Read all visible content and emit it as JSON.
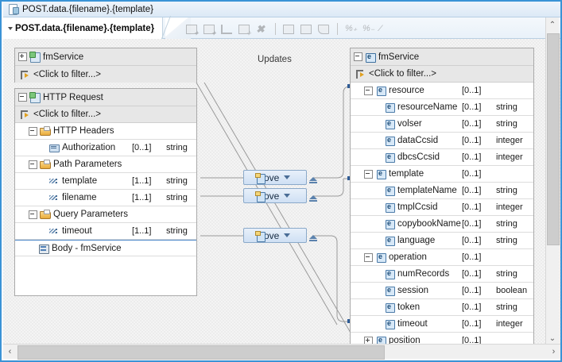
{
  "window": {
    "title": "POST.data.{filename}.{template}",
    "doc_icon": "document-icon"
  },
  "tab": {
    "label": "POST.data.{filename}.{template}",
    "dropdown_icon": "chevron-down-icon"
  },
  "toolbar": {
    "buttons": [
      {
        "name": "add-connection-icon",
        "label": ""
      },
      {
        "name": "add-submap-icon",
        "label": ""
      },
      {
        "name": "reorder-icon",
        "label": ""
      },
      {
        "name": "auto-map-icon",
        "label": ""
      },
      {
        "name": "delete-icon",
        "label": "✖"
      },
      {
        "name": "show-inputs-icon",
        "label": ""
      },
      {
        "name": "show-outputs-icon",
        "label": ""
      },
      {
        "name": "edit-card-icon",
        "label": ""
      },
      {
        "name": "zoom-in-icon",
        "label": ""
      },
      {
        "name": "zoom-out-icon",
        "label": ""
      },
      {
        "name": "zoom-fit-icon",
        "label": ""
      }
    ]
  },
  "canvas": {
    "updates_label": "Updates",
    "accent_color": "#2f5c96",
    "card_fill": "#cfe0f4"
  },
  "source": {
    "top_panel": {
      "root": {
        "label": "fmService",
        "icon": "message-icon",
        "expander": "plus"
      },
      "filter": {
        "label": "<Click to filter...>",
        "icon": "filter-icon"
      }
    },
    "main_panel": {
      "root": {
        "label": "HTTP Request",
        "icon": "message-icon",
        "expander": "minus"
      },
      "filter": {
        "label": "<Click to filter...>",
        "icon": "filter-icon"
      },
      "rows": [
        {
          "label": "HTTP Headers",
          "occurrence": "",
          "type": "",
          "icon": "folder-icon",
          "indent": 1,
          "expander": "minus"
        },
        {
          "label": "Authorization",
          "occurrence": "[0..1]",
          "type": "string",
          "icon": "attribute-icon",
          "indent": 2,
          "expander": ""
        },
        {
          "label": "Path Parameters",
          "occurrence": "",
          "type": "",
          "icon": "folder-icon",
          "indent": 1,
          "expander": "minus"
        },
        {
          "label": "template",
          "occurrence": "[1..1]",
          "type": "string",
          "icon": "parameter-icon",
          "indent": 2,
          "expander": ""
        },
        {
          "label": "filename",
          "occurrence": "[1..1]",
          "type": "string",
          "icon": "parameter-icon",
          "indent": 2,
          "expander": ""
        },
        {
          "label": "Query Parameters",
          "occurrence": "",
          "type": "",
          "icon": "folder-icon",
          "indent": 1,
          "expander": "minus"
        },
        {
          "label": "timeout",
          "occurrence": "[1..1]",
          "type": "string",
          "icon": "parameter-icon",
          "indent": 2,
          "expander": ""
        },
        {
          "label": "Body - fmService",
          "occurrence": "",
          "type": "",
          "icon": "body-icon",
          "indent": 1,
          "expander": ""
        }
      ]
    }
  },
  "target": {
    "root": {
      "label": "fmService",
      "icon": "message-ref-icon",
      "expander": "minus"
    },
    "filter": {
      "label": "<Click to filter...>",
      "icon": "filter-icon"
    },
    "rows": [
      {
        "label": "resource",
        "occurrence": "[0..1]",
        "type": "",
        "icon": "element-icon",
        "indent": 1,
        "expander": "minus"
      },
      {
        "label": "resourceName",
        "occurrence": "[0..1]",
        "type": "string",
        "icon": "element-icon",
        "indent": 2,
        "expander": ""
      },
      {
        "label": "volser",
        "occurrence": "[0..1]",
        "type": "string",
        "icon": "element-icon",
        "indent": 2,
        "expander": ""
      },
      {
        "label": "dataCcsid",
        "occurrence": "[0..1]",
        "type": "integer",
        "icon": "element-icon",
        "indent": 2,
        "expander": ""
      },
      {
        "label": "dbcsCcsid",
        "occurrence": "[0..1]",
        "type": "integer",
        "icon": "element-icon",
        "indent": 2,
        "expander": ""
      },
      {
        "label": "template",
        "occurrence": "[0..1]",
        "type": "",
        "icon": "element-icon",
        "indent": 1,
        "expander": "minus"
      },
      {
        "label": "templateName",
        "occurrence": "[0..1]",
        "type": "string",
        "icon": "element-icon",
        "indent": 2,
        "expander": ""
      },
      {
        "label": "tmplCcsid",
        "occurrence": "[0..1]",
        "type": "integer",
        "icon": "element-icon",
        "indent": 2,
        "expander": ""
      },
      {
        "label": "copybookName",
        "occurrence": "[0..1]",
        "type": "string",
        "icon": "element-icon",
        "indent": 2,
        "expander": ""
      },
      {
        "label": "language",
        "occurrence": "[0..1]",
        "type": "string",
        "icon": "element-icon",
        "indent": 2,
        "expander": ""
      },
      {
        "label": "operation",
        "occurrence": "[0..1]",
        "type": "",
        "icon": "element-icon",
        "indent": 1,
        "expander": "minus"
      },
      {
        "label": "numRecords",
        "occurrence": "[0..1]",
        "type": "string",
        "icon": "element-icon",
        "indent": 2,
        "expander": ""
      },
      {
        "label": "session",
        "occurrence": "[0..1]",
        "type": "boolean",
        "icon": "element-icon",
        "indent": 2,
        "expander": ""
      },
      {
        "label": "token",
        "occurrence": "[0..1]",
        "type": "string",
        "icon": "element-icon",
        "indent": 2,
        "expander": ""
      },
      {
        "label": "timeout",
        "occurrence": "[0..1]",
        "type": "integer",
        "icon": "element-icon",
        "indent": 2,
        "expander": ""
      },
      {
        "label": "position",
        "occurrence": "[0..1]",
        "type": "",
        "icon": "element-icon",
        "indent": 1,
        "expander": "plus"
      }
    ]
  },
  "transforms": [
    {
      "label": "Move",
      "dropdown_icon": "chevron-down-icon",
      "collapse_icon": "collapse-icon"
    },
    {
      "label": "Move",
      "dropdown_icon": "chevron-down-icon",
      "collapse_icon": "collapse-icon"
    },
    {
      "label": "Move",
      "dropdown_icon": "chevron-down-icon",
      "collapse_icon": "collapse-icon"
    }
  ],
  "scrollbars": {
    "vertical": {
      "up_icon": "⌃",
      "down_icon": "⌄"
    },
    "horizontal": {
      "left_icon": "‹",
      "right_icon": "›"
    }
  }
}
